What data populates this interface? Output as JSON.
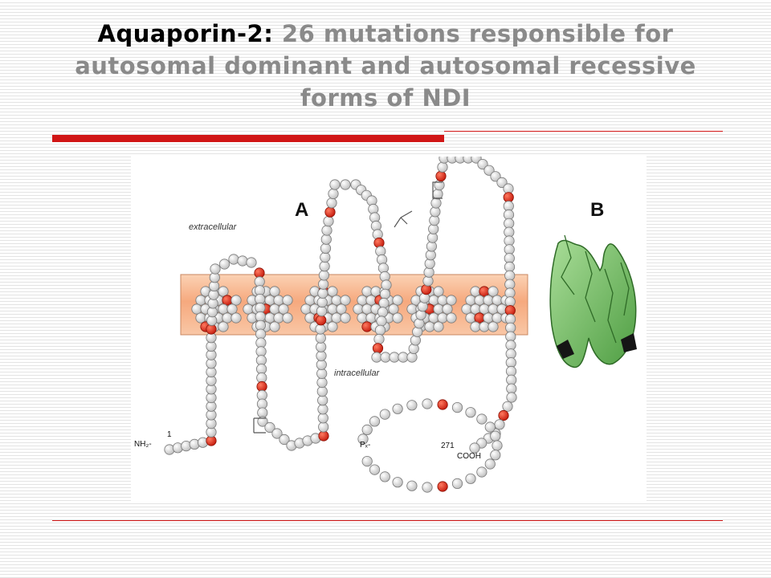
{
  "slide": {
    "title_strong": "Aquaporin-2:",
    "title_rest": " 26 mutations responsible for autosomal dominant and autosomal recessive forms of NDI"
  },
  "figure": {
    "panel_a_label": "A",
    "panel_b_label": "B",
    "extracellular_label": "extracellular",
    "intracellular_label": "intracellular",
    "n_terminus_label": "NH₂-",
    "first_residue_label": "1",
    "last_residue_label": "271",
    "c_terminus_label": "COOH",
    "phospho_label": "Pₓ-",
    "mutation_count": 26,
    "colors": {
      "membrane_band": "#f7b58d",
      "residue": "#d9d9d9",
      "mutated_residue": "#e02a1a",
      "helix_model": "#7cc46c"
    }
  }
}
